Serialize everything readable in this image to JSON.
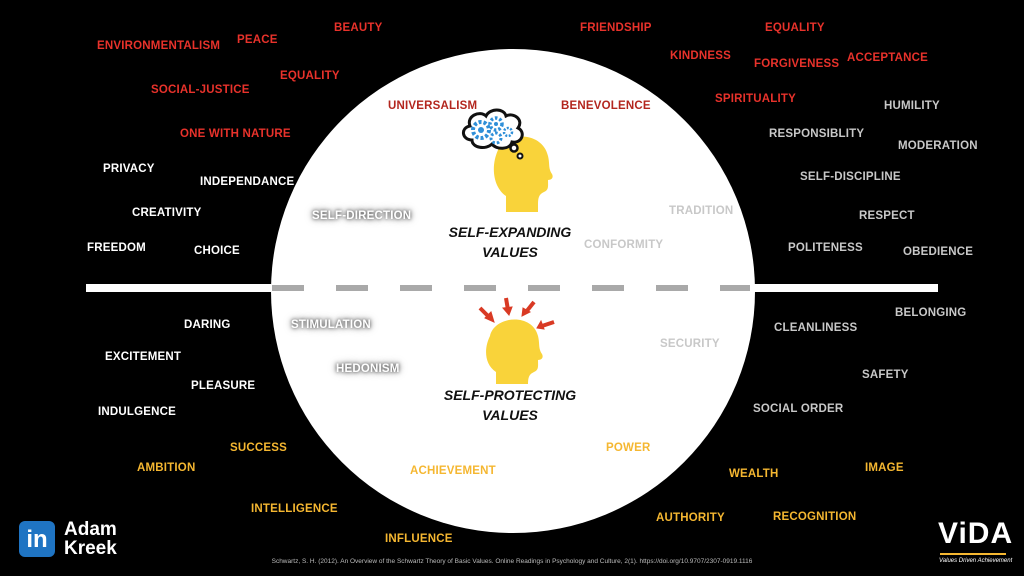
{
  "diagram": {
    "upper_label_line1": "SELF-EXPANDING",
    "upper_label_line2": "VALUES",
    "lower_label_line1": "SELF-PROTECTING",
    "lower_label_line2": "VALUES",
    "words": {
      "environmentalism": "ENVIRONMENTALISM",
      "peace": "PEACE",
      "beauty": "BEAUTY",
      "social_justice": "SOCIAL-JUSTICE",
      "equality_left": "EQUALITY",
      "one_with_nature": "ONE WITH NATURE",
      "universalism": "UNIVERSALISM",
      "benevolence": "BENEVOLENCE",
      "friendship": "FRIENDSHIP",
      "equality_right": "EQUALITY",
      "kindness": "KINDNESS",
      "forgiveness": "FORGIVENESS",
      "acceptance": "ACCEPTANCE",
      "spirituality": "SPIRITUALITY",
      "humility": "HUMILITY",
      "responsibility": "RESPONSIBLITY",
      "moderation": "MODERATION",
      "self_discipline": "SELF-DISCIPLINE",
      "respect": "RESPECT",
      "tradition": "TRADITION",
      "conformity": "CONFORMITY",
      "politeness": "POLITENESS",
      "obedience": "OBEDIENCE",
      "privacy": "PRIVACY",
      "independance": "INDEPENDANCE",
      "creativity": "CREATIVITY",
      "self_direction": "SELF-DIRECTION",
      "freedom": "FREEDOM",
      "choice": "CHOICE",
      "daring": "DARING",
      "stimulation": "STIMULATION",
      "excitement": "EXCITEMENT",
      "hedonism": "HEDONISM",
      "pleasure": "PLEASURE",
      "indulgence": "INDULGENCE",
      "success": "SUCCESS",
      "ambition": "AMBITION",
      "intelligence": "INTELLIGENCE",
      "achievement": "ACHIEVEMENT",
      "influence": "INFLUENCE",
      "power": "POWER",
      "security": "SECURITY",
      "cleanliness": "CLEANLINESS",
      "belonging": "BELONGING",
      "safety": "SAFETY",
      "social_order": "SOCIAL ORDER",
      "wealth": "WEALTH",
      "image": "IMAGE",
      "authority": "AUTHORITY",
      "recognition": "RECOGNITION"
    }
  },
  "footer": {
    "citation": "Schwartz, S. H. (2012). An Overview of the Schwartz Theory of Basic Values. Online Readings in Psychology and Culture, 2(1). https://doi.org/10.9707/2307-0919.1116",
    "linkedin_logo_text": "in",
    "author_first": "Adam",
    "author_last": "Kreek",
    "brand_name": "ViDA",
    "brand_tagline": "Values Driven Achievement"
  },
  "colors": {
    "background": "#000000",
    "circle": "#ffffff",
    "expanding_words": "#e8322b",
    "openness_words": "#ffffff",
    "conservation_words": "#c8c8c8",
    "enhancement_words": "#f5b731",
    "head": "#f9d33a",
    "linkedin_blue": "#1f74c3",
    "brand_gold": "#f5b731"
  },
  "icons": {
    "upper": "thinking-head-icon",
    "lower": "pressured-head-icon",
    "linkedin": "linkedin-icon",
    "brand": "vida-logo"
  }
}
